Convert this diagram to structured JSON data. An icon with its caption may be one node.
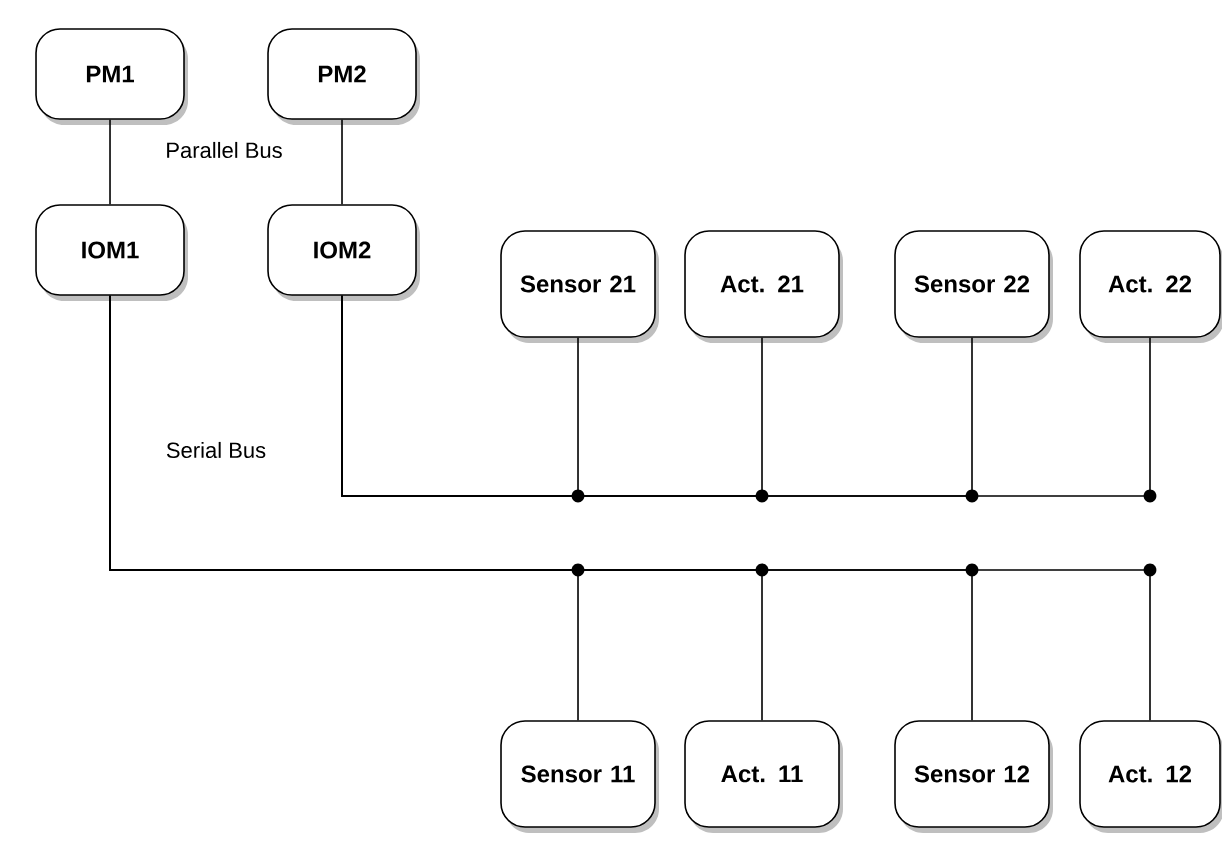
{
  "diagram": {
    "nodes": [
      {
        "text": [
          "PM1"
        ]
      },
      {
        "text": [
          "PM2"
        ]
      },
      {
        "text": [
          "IOM1"
        ]
      },
      {
        "text": [
          "IOM2"
        ]
      },
      {
        "text": [
          "Sensor 21"
        ]
      },
      {
        "text": [
          "Act. 21"
        ]
      },
      {
        "text": [
          "Sensor 22"
        ]
      },
      {
        "text": [
          "Act. 22"
        ]
      },
      {
        "text": [
          "Sensor 11"
        ]
      },
      {
        "text": [
          "Act. 11"
        ]
      },
      {
        "text": [
          "Sensor 12"
        ]
      },
      {
        "text": [
          "Act. 12"
        ]
      }
    ],
    "edges": [
      {
        "from": 0,
        "to": 2,
        "arrow": "none"
      },
      {
        "from": 1,
        "to": 3,
        "arrow": "none"
      },
      {
        "from": 3,
        "to": 4,
        "arrow": "none"
      },
      {
        "from": 3,
        "to": 5,
        "arrow": "none"
      },
      {
        "from": 3,
        "to": 6,
        "arrow": "none"
      },
      {
        "from": 3,
        "to": 7,
        "arrow": "none"
      },
      {
        "from": 2,
        "to": 8,
        "arrow": "none"
      },
      {
        "from": 2,
        "to": 9,
        "arrow": "none"
      },
      {
        "from": 2,
        "to": 10,
        "arrow": "none"
      },
      {
        "from": 2,
        "to": 11,
        "arrow": "none"
      }
    ],
    "labels": [
      "Parallel Bus",
      "Serial Bus"
    ]
  }
}
